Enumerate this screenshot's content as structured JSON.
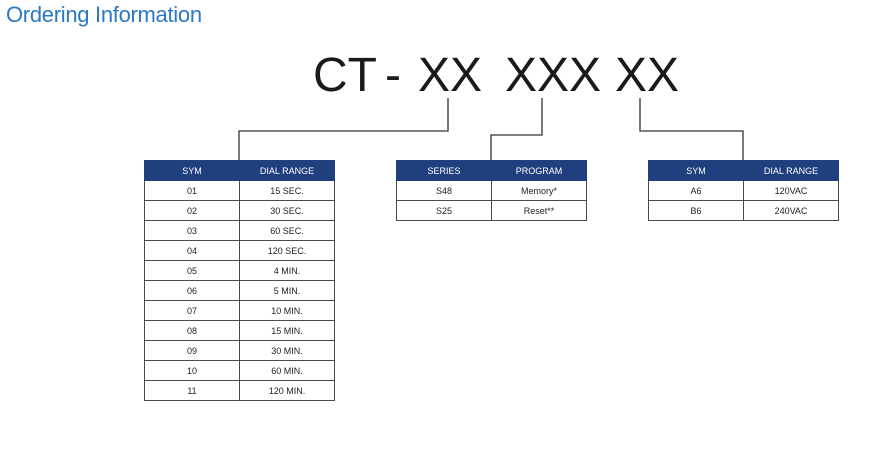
{
  "title": "Ordering Information",
  "part_code": {
    "prefix": "CT",
    "dash": "-",
    "seg1": "XX",
    "seg2": "XXX",
    "seg3": "XX"
  },
  "dial_range_table": {
    "headers": [
      "SYM",
      "DIAL RANGE"
    ],
    "rows": [
      [
        "01",
        "15 SEC."
      ],
      [
        "02",
        "30 SEC."
      ],
      [
        "03",
        "60 SEC."
      ],
      [
        "04",
        "120 SEC."
      ],
      [
        "05",
        "4 MIN."
      ],
      [
        "06",
        "5 MIN."
      ],
      [
        "07",
        "10 MIN."
      ],
      [
        "08",
        "15 MIN."
      ],
      [
        "09",
        "30 MIN."
      ],
      [
        "10",
        "60 MIN."
      ],
      [
        "11",
        "120 MIN."
      ]
    ]
  },
  "series_table": {
    "headers": [
      "SERIES",
      "PROGRAM"
    ],
    "rows": [
      [
        "S48",
        "Memory*"
      ],
      [
        "S25",
        "Reset**"
      ]
    ]
  },
  "voltage_table": {
    "headers": [
      "SYM",
      "DIAL RANGE"
    ],
    "rows": [
      [
        "A6",
        "120VAC"
      ],
      [
        "B6",
        "240VAC"
      ]
    ]
  },
  "colors": {
    "title": "#2a79c2",
    "header_bg": "#1f3f7e",
    "line": "#333333"
  }
}
